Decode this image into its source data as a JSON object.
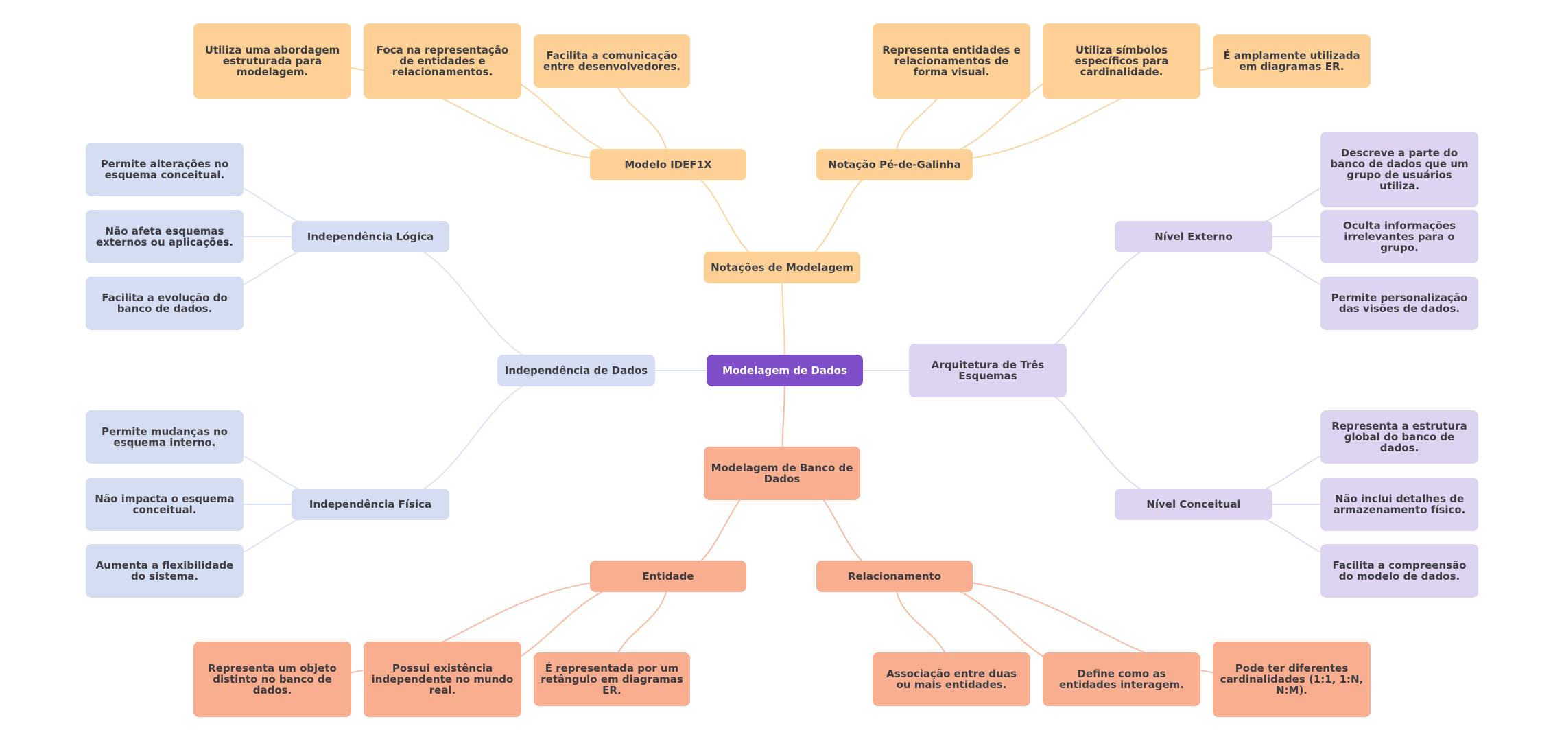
{
  "title": "Modelagem de Dados",
  "colors": {
    "root": "#7e4fc9",
    "notacoes": "#fdd095",
    "independencia": "#d4ddf1",
    "arquitetura": "#ded3f1",
    "banco": "#f9ae8f"
  },
  "root": {
    "label": "Modelagem de Dados"
  },
  "notacoes": {
    "label": "Notações de Modelagem",
    "idef1x": {
      "label": "Modelo IDEF1X",
      "items": [
        "Utiliza uma abordagem estruturada para modelagem.",
        "Foca na representação de entidades e relacionamentos.",
        "Facilita a comunicação entre desenvolvedores."
      ]
    },
    "pe_de_galinha": {
      "label": "Notação Pé-de-Galinha",
      "items": [
        "Representa entidades e relacionamentos de forma visual.",
        "Utiliza símbolos específicos para cardinalidade.",
        "É amplamente utilizada em diagramas ER."
      ]
    }
  },
  "independencia": {
    "label": "Independência de Dados",
    "logica": {
      "label": "Independência Lógica",
      "items": [
        "Permite alterações no esquema conceitual.",
        "Não afeta esquemas externos ou aplicações.",
        "Facilita a evolução do banco de dados."
      ]
    },
    "fisica": {
      "label": "Independência Física",
      "items": [
        "Permite mudanças no esquema interno.",
        "Não impacta o esquema conceitual.",
        "Aumenta a flexibilidade do sistema."
      ]
    }
  },
  "arquitetura": {
    "label": "Arquitetura de Três Esquemas",
    "externo": {
      "label": "Nível Externo",
      "items": [
        "Descreve a parte do banco de dados que um grupo de usuários utiliza.",
        "Oculta informações irrelevantes para o grupo.",
        "Permite personalização das visões de dados."
      ]
    },
    "conceitual": {
      "label": "Nível Conceitual",
      "items": [
        "Representa a estrutura global do banco de dados.",
        "Não inclui detalhes de armazenamento físico.",
        "Facilita a compreensão do modelo de dados."
      ]
    }
  },
  "banco": {
    "label": "Modelagem de Banco de Dados",
    "entidade": {
      "label": "Entidade",
      "items": [
        "Representa um objeto distinto no banco de dados.",
        "Possui existência independente no mundo real.",
        "É representada por um retângulo em diagramas ER."
      ]
    },
    "relacionamento": {
      "label": "Relacionamento",
      "items": [
        "Associação entre duas ou mais entidades.",
        "Define como as entidades interagem.",
        "Pode ter diferentes cardinalidades (1:1, 1:N, N:M)."
      ]
    }
  }
}
